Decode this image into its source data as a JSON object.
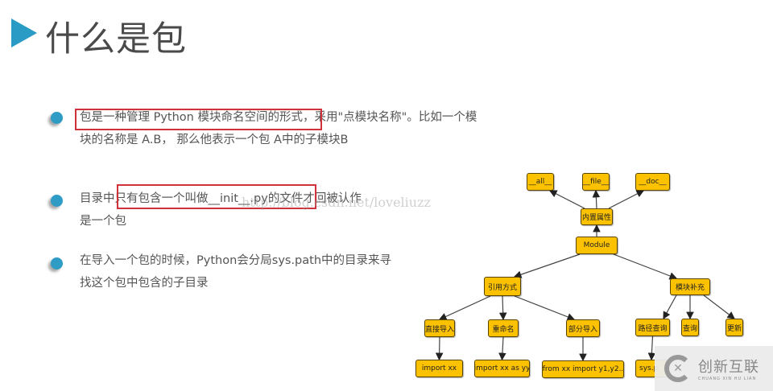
{
  "slide": {
    "title": "什么是包",
    "accent_color": "#2a9bc4",
    "highlight_color": "#d0313a",
    "bullets": [
      {
        "lines": [
          "包是一种管理 Python 模块命名空间的形式，采用\"点模块名称\"。比如一个模",
          "块的名称是 A.B， 那么他表示一个包 A中的子模块B"
        ]
      },
      {
        "lines": [
          "目录中只有包含一个叫做__init__.py的文件才回被认作",
          "是一个包"
        ]
      },
      {
        "lines": [
          "在导入一个包的时候，Python会分局sys.path中的目录来寻",
          "找这个包中包含的子目录"
        ]
      }
    ],
    "watermark": "http://blog.csdn.net/loveliuzz"
  },
  "diagram": {
    "node_color": "#fcc200",
    "nodes": {
      "all": "__all__",
      "file": "__file__",
      "doc": "__doc__",
      "builtin": "内置属性",
      "module": "Module",
      "ref": "引用方式",
      "supp": "模块补充",
      "direct": "直接导入",
      "rename": "重命名",
      "partial": "部分导入",
      "path": "路径查询",
      "query": "查询",
      "update": "更新",
      "imp1": "import xx",
      "imp2": "import xx as yy",
      "imp3": "from xx import y1,y2..",
      "sys": "sys.p"
    }
  },
  "logo": {
    "name_cn": "创新互联",
    "name_en": "CHUANG XIN HU LIAN"
  }
}
